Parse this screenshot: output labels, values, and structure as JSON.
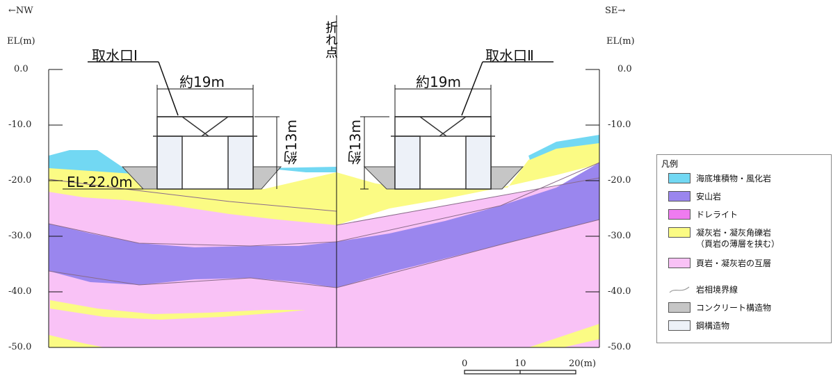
{
  "direction": {
    "left": "←NW",
    "right": "SE→"
  },
  "axis": {
    "label_left": "EL(m)",
    "label_right": "EL(m)",
    "ticks": [
      "0.0",
      "-10.0",
      "-20.0",
      "-30.0",
      "-40.0",
      "-50.0"
    ]
  },
  "fold_point": "折れ点",
  "intakes": [
    {
      "name": "取水口Ⅰ",
      "width_label": "約19m",
      "height_label": "約13m"
    },
    {
      "name": "取水口Ⅱ",
      "width_label": "約19m",
      "height_label": "約13m"
    }
  ],
  "elevation_label": "EL-22.0m",
  "scale_bar": {
    "labels": [
      "0",
      "10",
      "20"
    ],
    "unit": "(m)"
  },
  "legend": {
    "title": "凡例",
    "items": [
      {
        "label": "海底堆積物・風化岩",
        "color": "#72d8f3",
        "sub": ""
      },
      {
        "label": "安山岩",
        "color": "#9a86ee",
        "sub": ""
      },
      {
        "label": "ドレライト",
        "color": "#ef7bf0",
        "sub": ""
      },
      {
        "label": "凝灰岩・凝灰角礫岩",
        "color": "#fbfb84",
        "sub": "（頁岩の薄層を挟む）"
      },
      {
        "label": "頁岩・凝灰岩の互層",
        "color": "#f9c2f6",
        "sub": ""
      },
      {
        "label": "岩相境界線",
        "color": "#9a9a9a",
        "sub": "",
        "kind": "line"
      },
      {
        "label": "コンクリート構造物",
        "color": "#c6c6c6",
        "sub": ""
      },
      {
        "label": "鋼構造物",
        "color": "#edf1f8",
        "sub": ""
      }
    ]
  }
}
